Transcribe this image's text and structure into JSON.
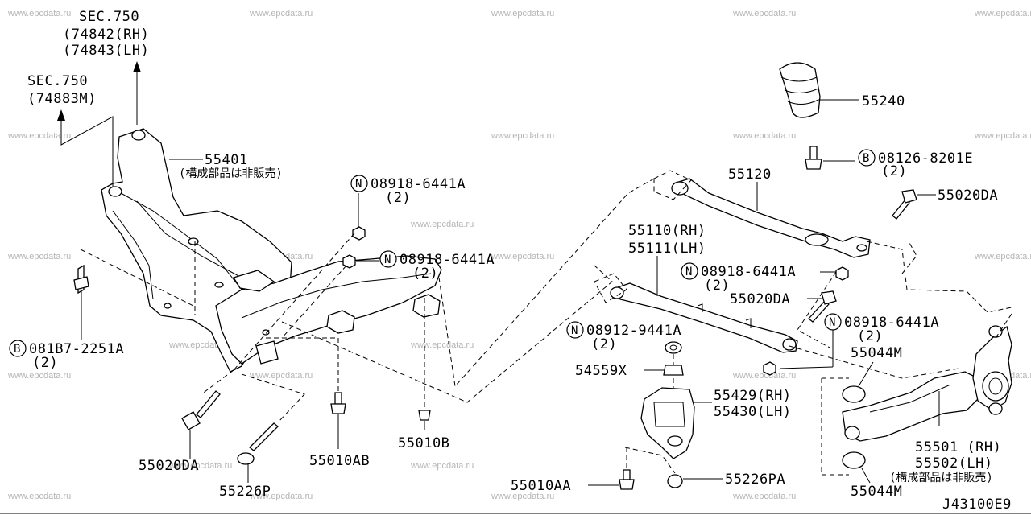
{
  "watermark": "www.epcdata.ru",
  "diagram_code": "J43100E9",
  "labels": {
    "sec750_rh_lh_a": "SEC.750",
    "sec750_rh_lh_b": "(74842(RH)",
    "sec750_rh_lh_c": "(74843(LH)",
    "sec750_m_a": "SEC.750",
    "sec750_m_b": "(74883M)",
    "p55401": "55401",
    "p55401_note": "(構成部品は非販売)",
    "n08918_a": "08918-6441A",
    "n08918_a_q": "(2)",
    "n08918_b": "08918-6441A",
    "n08918_b_q": "(2)",
    "b081b7": "081B7-2251A",
    "b081b7_q": "(2)",
    "p55020da_left": "55020DA",
    "p55226p": "55226P",
    "p55010ab": "55010AB",
    "p55010b": "55010B",
    "p55240": "55240",
    "b08126": "08126-8201E",
    "b08126_q": "(2)",
    "p55120": "55120",
    "p55020da_top": "55020DA",
    "p55110": "55110(RH)",
    "p55111": "55111(LH)",
    "n08918_c": "08918-6441A",
    "n08918_c_q": "(2)",
    "p55020da_mid": "55020DA",
    "n08912": "08912-9441A",
    "n08912_q": "(2)",
    "n08918_d": "08918-6441A",
    "n08918_d_q": "(2)",
    "p55044m_top": "55044M",
    "p54559x": "54559X",
    "p55429": "55429(RH)",
    "p55430": "55430(LH)",
    "p55501": "55501 (RH)",
    "p55502": "55502(LH)",
    "p55502_note": "(構成部品は非販売)",
    "p55010aa": "55010AA",
    "p55226pa": "55226PA",
    "p55044m_bot": "55044M"
  },
  "markers": {
    "nut": "N",
    "bolt": "B"
  }
}
